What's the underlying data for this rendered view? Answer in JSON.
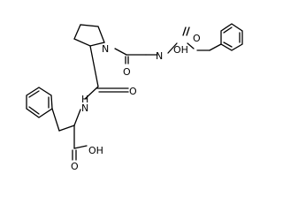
{
  "atom_labels": {
    "o_carbamate": "O",
    "oh_carbamate": "OH",
    "n_carbamate": "N",
    "n_proline": "N",
    "o_glycyl": "O",
    "o_prolyl": "O",
    "n_amide": "N",
    "h_amide": "H",
    "oh_acid": "OH",
    "o_acid": "O"
  },
  "colors": {
    "bond": "#000000",
    "text": "#000000",
    "background": "#ffffff"
  }
}
